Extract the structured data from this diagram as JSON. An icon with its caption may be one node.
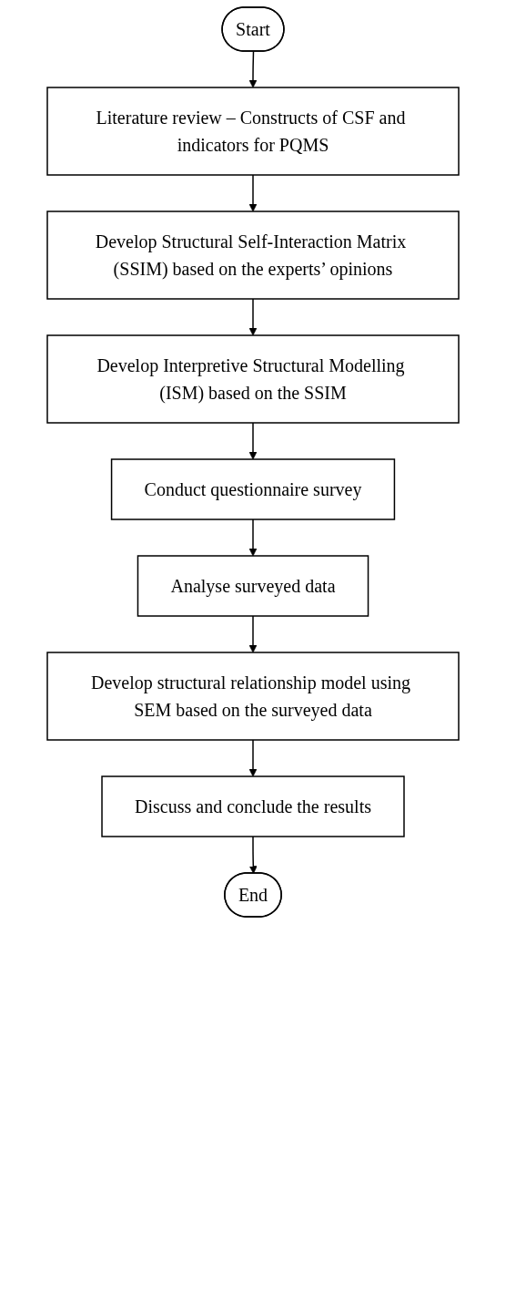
{
  "diagram": {
    "nodes": [
      {
        "text": [
          "Start"
        ]
      },
      {
        "text": [
          "Literature review – Constructs of CSF and indicators for PQMS"
        ]
      },
      {
        "text": [
          "Develop Structural Self-Interaction Matrix (SSIM) based on the experts’ opinions"
        ]
      },
      {
        "text": [
          "Develop Interpretive Structural Modelling (ISM) based on the SSIM"
        ]
      },
      {
        "text": [
          "Conduct questionnaire survey"
        ]
      },
      {
        "text": [
          "Analyse surveyed data"
        ]
      },
      {
        "text": [
          "Develop structural relationship model using SEM based on the surveyed data"
        ]
      },
      {
        "text": [
          "Discuss and conclude the results"
        ]
      },
      {
        "text": [
          "End"
        ]
      }
    ],
    "edges": [
      {
        "from": 0,
        "to": 1,
        "arrow": "to"
      },
      {
        "from": 1,
        "to": 2,
        "arrow": "to"
      },
      {
        "from": 2,
        "to": 3,
        "arrow": "to"
      },
      {
        "from": 3,
        "to": 4,
        "arrow": "to"
      },
      {
        "from": 4,
        "to": 5,
        "arrow": "to"
      },
      {
        "from": 5,
        "to": 6,
        "arrow": "to"
      },
      {
        "from": 6,
        "to": 7,
        "arrow": "to"
      },
      {
        "from": 7,
        "to": 8,
        "arrow": "to"
      }
    ]
  }
}
